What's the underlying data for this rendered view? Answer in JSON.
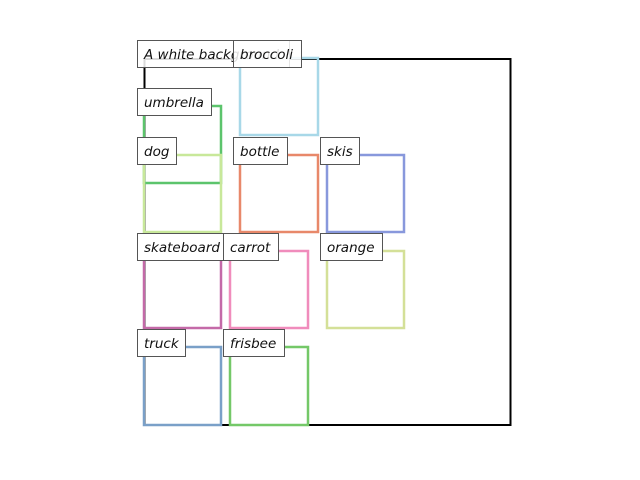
{
  "scene": {
    "caption": "A white background",
    "frame_color": "#000000",
    "objects": [
      {
        "id": "umbrella",
        "label": "umbrella",
        "color": "#5cc46c"
      },
      {
        "id": "broccoli",
        "label": "broccoli",
        "color": "#a8d8e8"
      },
      {
        "id": "dog",
        "label": "dog",
        "color": "#c8e89a"
      },
      {
        "id": "bottle",
        "label": "bottle",
        "color": "#e8886a"
      },
      {
        "id": "skis",
        "label": "skis",
        "color": "#8898dc"
      },
      {
        "id": "skateboard",
        "label": "skateboard",
        "color": "#c46aa8"
      },
      {
        "id": "carrot",
        "label": "carrot",
        "color": "#f08cbc"
      },
      {
        "id": "orange",
        "label": "orange",
        "color": "#d4e098"
      },
      {
        "id": "truck",
        "label": "truck",
        "color": "#7aa0c8"
      },
      {
        "id": "frisbee",
        "label": "frisbee",
        "color": "#74c868"
      }
    ]
  }
}
